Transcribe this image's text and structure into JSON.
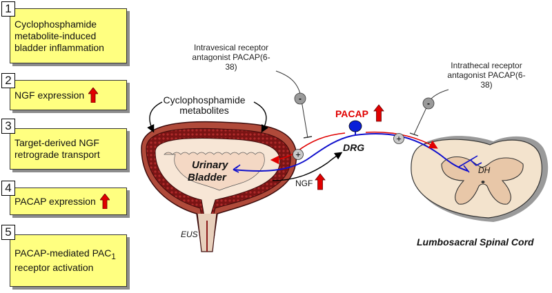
{
  "steps": [
    {
      "num": "1",
      "text": "Cyclophosphamide metabolite-induced bladder inflammation",
      "arrow": false
    },
    {
      "num": "2",
      "text": "NGF expression",
      "arrow": true
    },
    {
      "num": "3",
      "text": "Target-derived NGF retrograde transport",
      "arrow": false
    },
    {
      "num": "4",
      "text": "PACAP expression",
      "arrow": true
    },
    {
      "num": "5",
      "text": "PACAP-mediated PAC",
      "sub": "1",
      "text_after": " receptor activation",
      "arrow": false
    }
  ],
  "diagram": {
    "cyclophosphamide_label": "Cyclophosphamide metabolites",
    "intravesical_label": "Intravesical receptor antagonist PACAP(6-38)",
    "intrathecal_label": "Intrathecal receptor antagonist PACAP(6-38)",
    "bladder_label_1": "Urinary",
    "bladder_label_2": "Bladder",
    "eus_label": "EUS",
    "drg_label": "DRG",
    "pacap_label": "PACAP",
    "ngf_label": "NGF",
    "dh_label": "DH",
    "spinal_label": "Lumbosacral Spinal Cord",
    "minus_symbol": "-",
    "plus_symbol": "+"
  },
  "colors": {
    "box_fill": "#ffff80",
    "up_arrow": "#e00000",
    "nerve": "#1010cc",
    "pacap_red": "#e00000",
    "bladder_dark": "#8b1a1a",
    "bladder_light": "#f2d9c6",
    "spinal_fill": "#f3e3cd"
  }
}
